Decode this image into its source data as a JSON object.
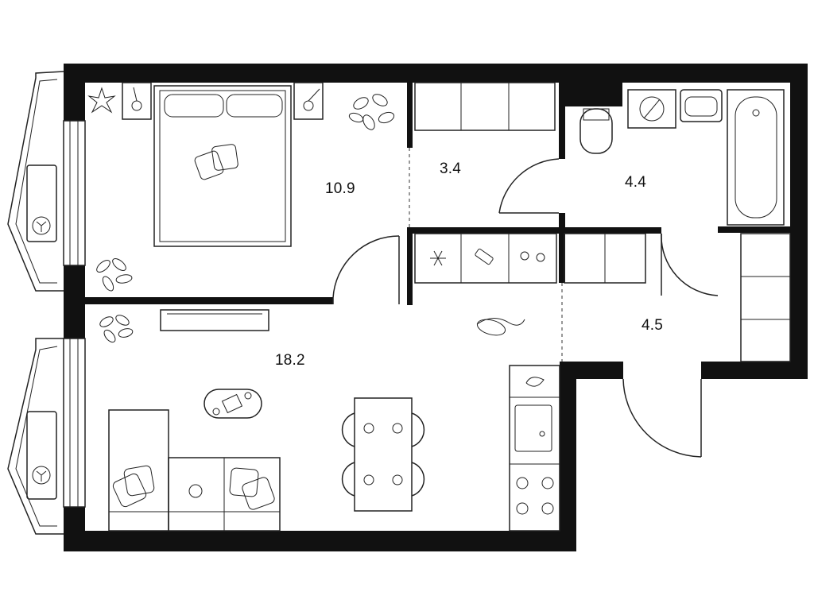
{
  "rooms": [
    {
      "id": "bedroom",
      "area": "10.9"
    },
    {
      "id": "storage",
      "area": "3.4"
    },
    {
      "id": "bathroom",
      "area": "4.4"
    },
    {
      "id": "hallway",
      "area": "4.5"
    },
    {
      "id": "living-kitchen",
      "area": "18.2"
    }
  ],
  "colors": {
    "walls": "#111111",
    "lines": "#222222",
    "background": "#ffffff"
  }
}
